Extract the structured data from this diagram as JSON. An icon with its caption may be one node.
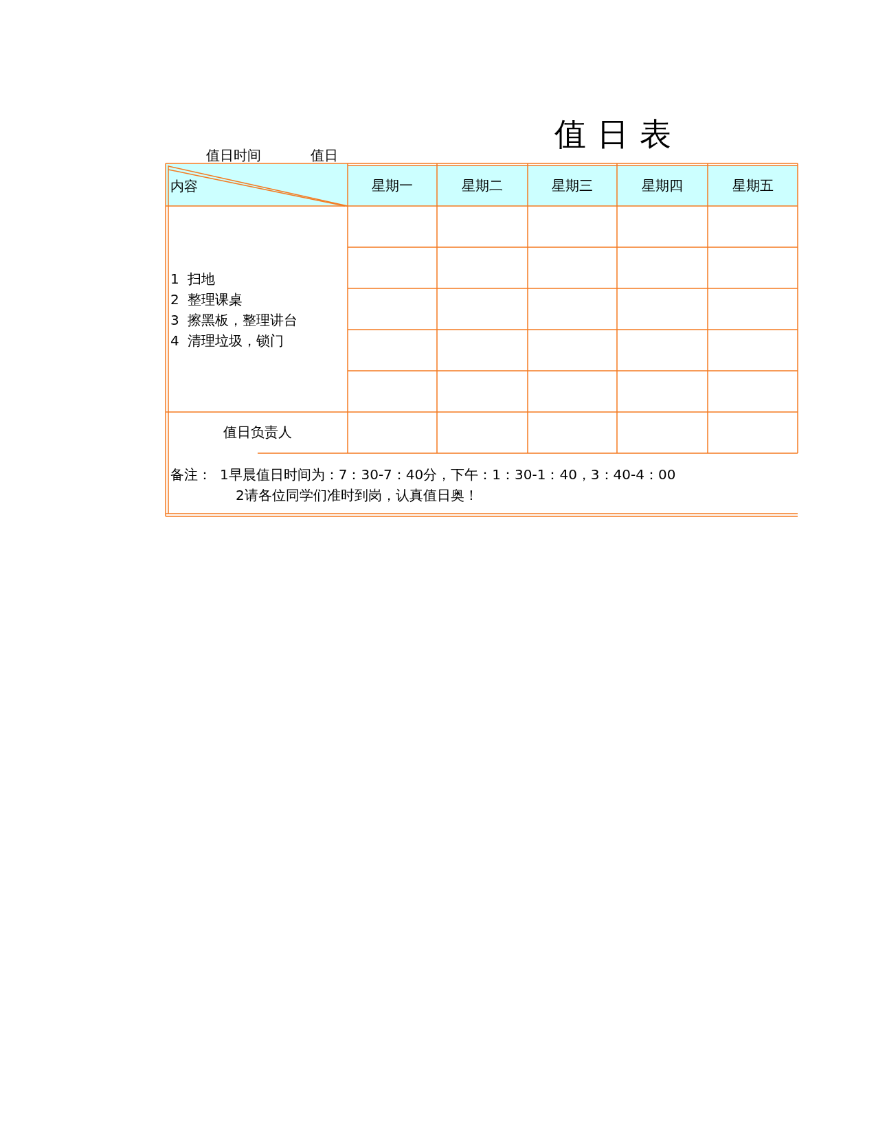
{
  "diagram": {
    "title": "值日表",
    "labels": [
      "值日时间",
      "值日",
      "内容",
      "星期一",
      "星期二",
      "星期三",
      "星期四",
      "星期五",
      "1  扫地",
      "2  整理课桌",
      "3  擦黑板，整理讲台",
      "4  清理垃圾，锁门",
      "值日负责人",
      "备注：",
      "1早晨值日时间为：7：30-7：40分，下午：1：30-1：40，3：40-4：00",
      "2请各位同学们准时到岗，认真值日奥！"
    ]
  }
}
